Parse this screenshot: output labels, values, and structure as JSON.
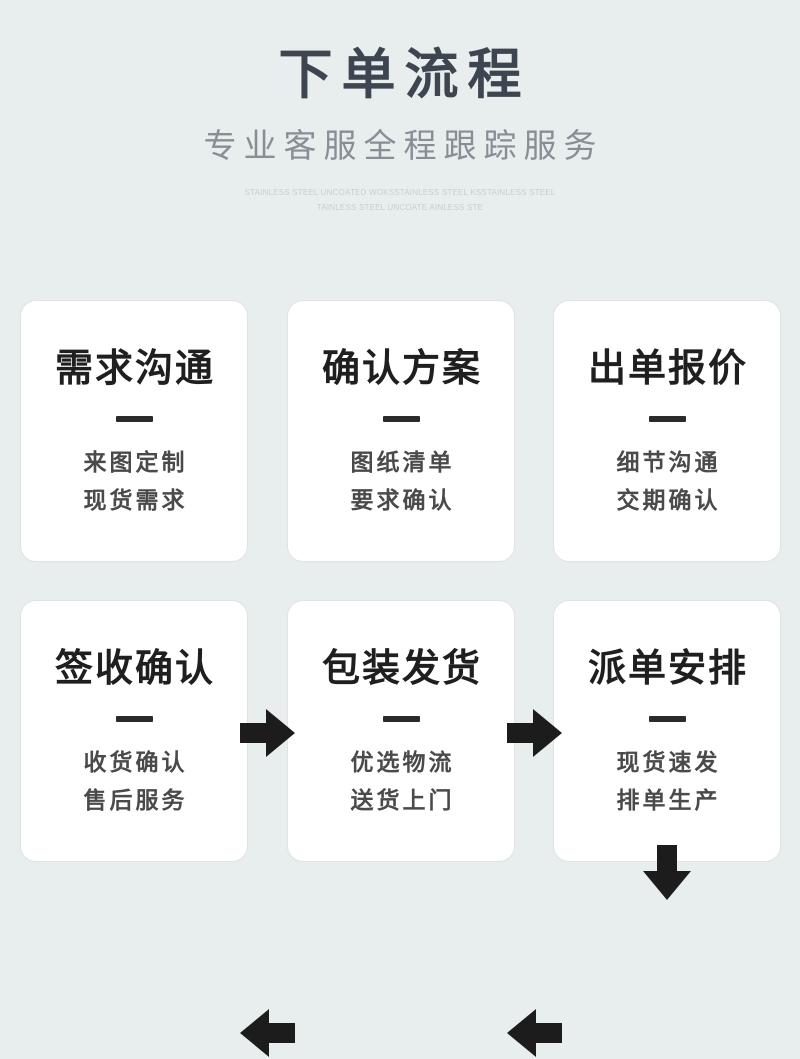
{
  "header": {
    "title": "下单流程",
    "subtitle": "专业客服全程跟踪服务",
    "english_line_1": "STAINLESS STEEL UNCOATED WOKSSTAINLESS STEEL KSSTAINLESS STEEL",
    "english_line_2": "TAINLESS STEEL UNCOATE AINLESS STE"
  },
  "colors": {
    "background": "#e8eded",
    "title": "#3d4650",
    "subtitle": "#868f95",
    "english": "#c6cfcf",
    "card_background": "#ffffff",
    "card_border": "#dfe3e3",
    "card_title": "#1f1f1f",
    "card_line": "#4a4a4a",
    "divider": "#2b2b2b",
    "arrow": "#1c1c1c"
  },
  "flow": {
    "steps": [
      {
        "step": "1",
        "title": "需求沟通",
        "line_1": "来图定制",
        "line_2": "现货需求"
      },
      {
        "step": "2",
        "title": "确认方案",
        "line_1": "图纸清单",
        "line_2": "要求确认"
      },
      {
        "step": "3",
        "title": "出单报价",
        "line_1": "细节沟通",
        "line_2": "交期确认"
      },
      {
        "step": "4",
        "title": "签收确认",
        "line_1": "收货确认",
        "line_2": "售后服务"
      },
      {
        "step": "5",
        "title": "包装发货",
        "line_1": "优选物流",
        "line_2": "送货上门"
      },
      {
        "step": "6",
        "title": "派单安排",
        "line_1": "现货速发",
        "line_2": "排单生产"
      }
    ],
    "arrows": [
      {
        "name": "arrow-step1-to-step2",
        "direction": "right"
      },
      {
        "name": "arrow-step2-to-step3",
        "direction": "right"
      },
      {
        "name": "arrow-step3-to-step6",
        "direction": "down"
      },
      {
        "name": "arrow-step6-to-step5",
        "direction": "left"
      },
      {
        "name": "arrow-step5-to-step4",
        "direction": "left"
      }
    ]
  }
}
